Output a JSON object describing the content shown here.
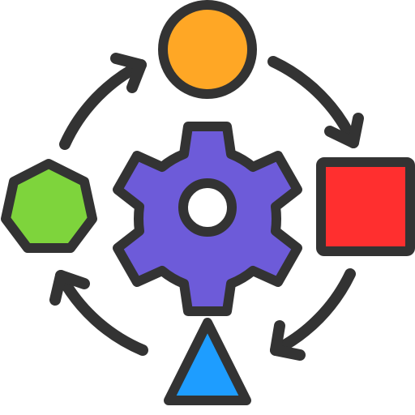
{
  "icon": {
    "name": "process-cycle-icon",
    "description_colors": {
      "outline": "#333333",
      "circle": "#FFA725",
      "square": "#FF2F2F",
      "triangle": "#1E9DFF",
      "heptagon": "#7ED43C",
      "gear": "#6D5BD9",
      "gear_hole": "#FFFFFF"
    },
    "shapes": [
      "circle-icon",
      "square-icon",
      "triangle-icon",
      "heptagon-icon",
      "gear-icon"
    ],
    "arrows": [
      "arrow-top-right",
      "arrow-bottom-right",
      "arrow-bottom-left",
      "arrow-top-left"
    ]
  }
}
